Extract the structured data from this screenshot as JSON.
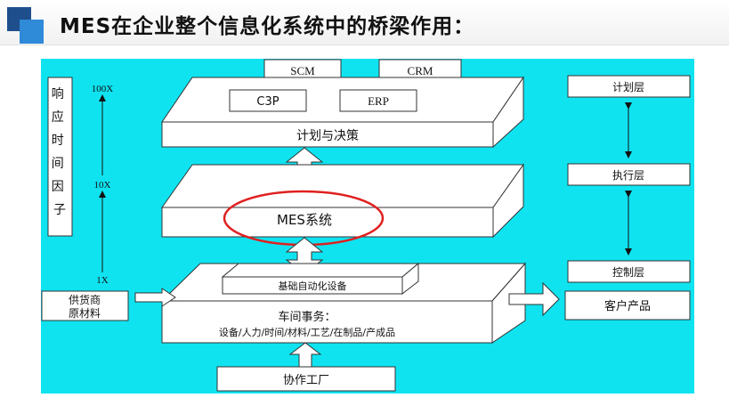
{
  "title": "MES在企业整个信息化系统中的桥梁作用：",
  "left_panel": {
    "label": "响应时间因子",
    "scale": [
      "100X",
      "10X",
      "1X"
    ]
  },
  "top_systems": [
    "SCM",
    "CRM",
    "C3P",
    "ERP"
  ],
  "layers": {
    "planning": "计划与决策",
    "mes": "MES系统",
    "automation": "基础自动化设备",
    "shop_title": "车间事务：",
    "shop_detail": "设备/人力/时间/材料/工艺/在制品/产成品"
  },
  "inputs": {
    "supplier_line1": "供货商",
    "supplier_line2": "原材料",
    "partner": "协作工厂"
  },
  "output": "客户产品",
  "right_levels": [
    "计划层",
    "执行层",
    "控制层"
  ],
  "colors": {
    "background": "#0fe3f0",
    "highlight": "#e02020",
    "title_dark": "#1f4e8c",
    "title_light": "#2f8ad8"
  }
}
